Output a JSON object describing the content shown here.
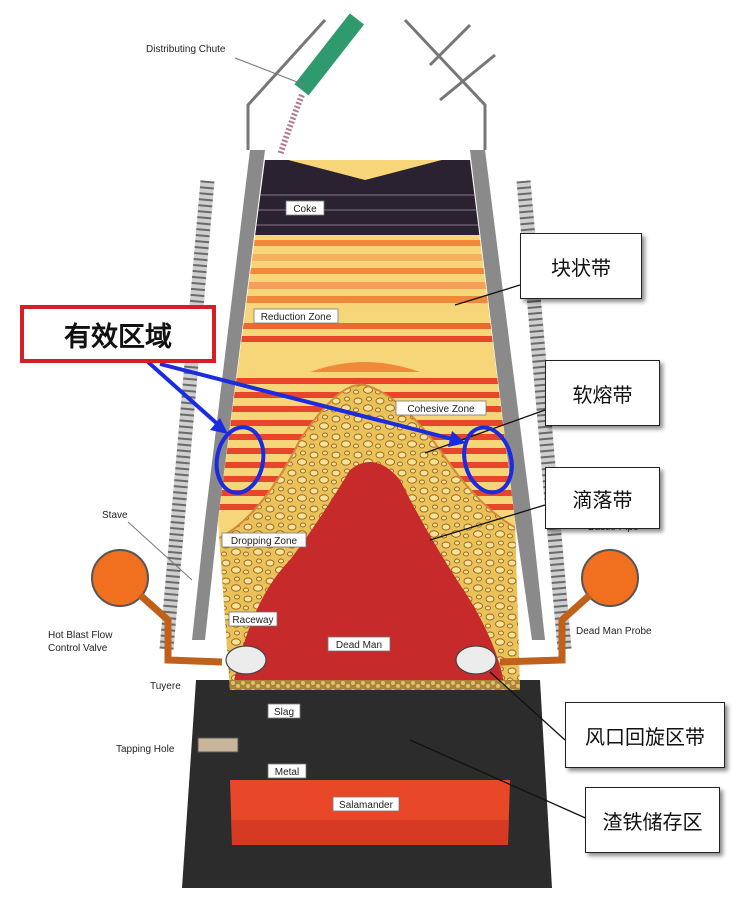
{
  "figure": {
    "labels": {
      "distributing_chute": "Distributing Chute",
      "coke": "Coke",
      "reduction_zone": "Reduction Zone",
      "cohesive_zone": "Cohesive Zone",
      "dropping_zone": "Dropping Zone",
      "bustle_pipe": "Bustle Pipe",
      "stave": "Stave",
      "hot_blast_flow_1": "Hot Blast Flow",
      "hot_blast_flow_2": "Control Valve",
      "raceway": "Raceway",
      "dead_man": "Dead Man",
      "dead_man_probe": "Dead Man Probe",
      "tuyere": "Tuyere",
      "slag": "Slag",
      "tapping_hole": "Tapping Hole",
      "metal": "Metal",
      "salamander": "Salamander"
    },
    "callouts": {
      "effective_area": "有效区域",
      "lumpy_zone": "块状带",
      "soft_melting_zone": "软熔带",
      "dripping_zone": "滴落带",
      "tuyere_raceway_zone": "风口回旋区带",
      "slag_iron_storage": "渣铁储存区"
    },
    "colors": {
      "coke": "#2a2230",
      "ore_yellow": "#f7d67a",
      "ore_orange": "#f08a3a",
      "red_band": "#e8452a",
      "dead_man": "#c62a2a",
      "slag": "#b08a3a",
      "metal": "#e84828",
      "lining": "#2c2c2c",
      "highlight_red": "#d81f26",
      "highlight_blue": "#1a2be0"
    }
  }
}
